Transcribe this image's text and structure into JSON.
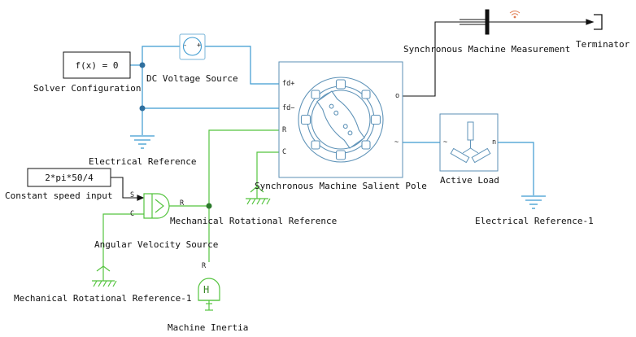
{
  "blocks": {
    "solver": {
      "content": "f(x) = 0",
      "label": "Solver Configuration"
    },
    "dc_source": {
      "label": "DC Voltage Source",
      "minus": "-",
      "plus": "+"
    },
    "elec_ref": {
      "label": "Electrical Reference"
    },
    "elec_ref_1": {
      "label": "Electrical Reference-1"
    },
    "constant": {
      "content": "2*pi*50/4",
      "label": "Constant speed input"
    },
    "ang_vel": {
      "label": "Angular Velocity Source",
      "port_s": "S",
      "port_r": "R",
      "port_c": "C"
    },
    "mech_ref": {
      "label": "Mechanical Rotational Reference"
    },
    "mech_ref_1": {
      "label": "Mechanical Rotational Reference-1"
    },
    "inertia": {
      "label": "Machine Inertia",
      "port_r": "R",
      "glyph": "H"
    },
    "sync_machine": {
      "label": "Synchronous Machine Salient Pole",
      "ports": {
        "fd_plus": "fd+",
        "fd_minus": "fd−",
        "r": "R",
        "c": "C",
        "o": "o",
        "tilde": "~"
      }
    },
    "measurement": {
      "label": "Synchronous Machine Measurement"
    },
    "terminator": {
      "label": "Terminator"
    },
    "active_load": {
      "label": "Active Load",
      "port_in": "~",
      "port_n": "n"
    }
  },
  "colors": {
    "electrical": "#3c9ad0",
    "mechanical": "#55c43f",
    "signal": "#111111",
    "block_border": "#5b8fb4",
    "icon": "#5f93b8"
  }
}
